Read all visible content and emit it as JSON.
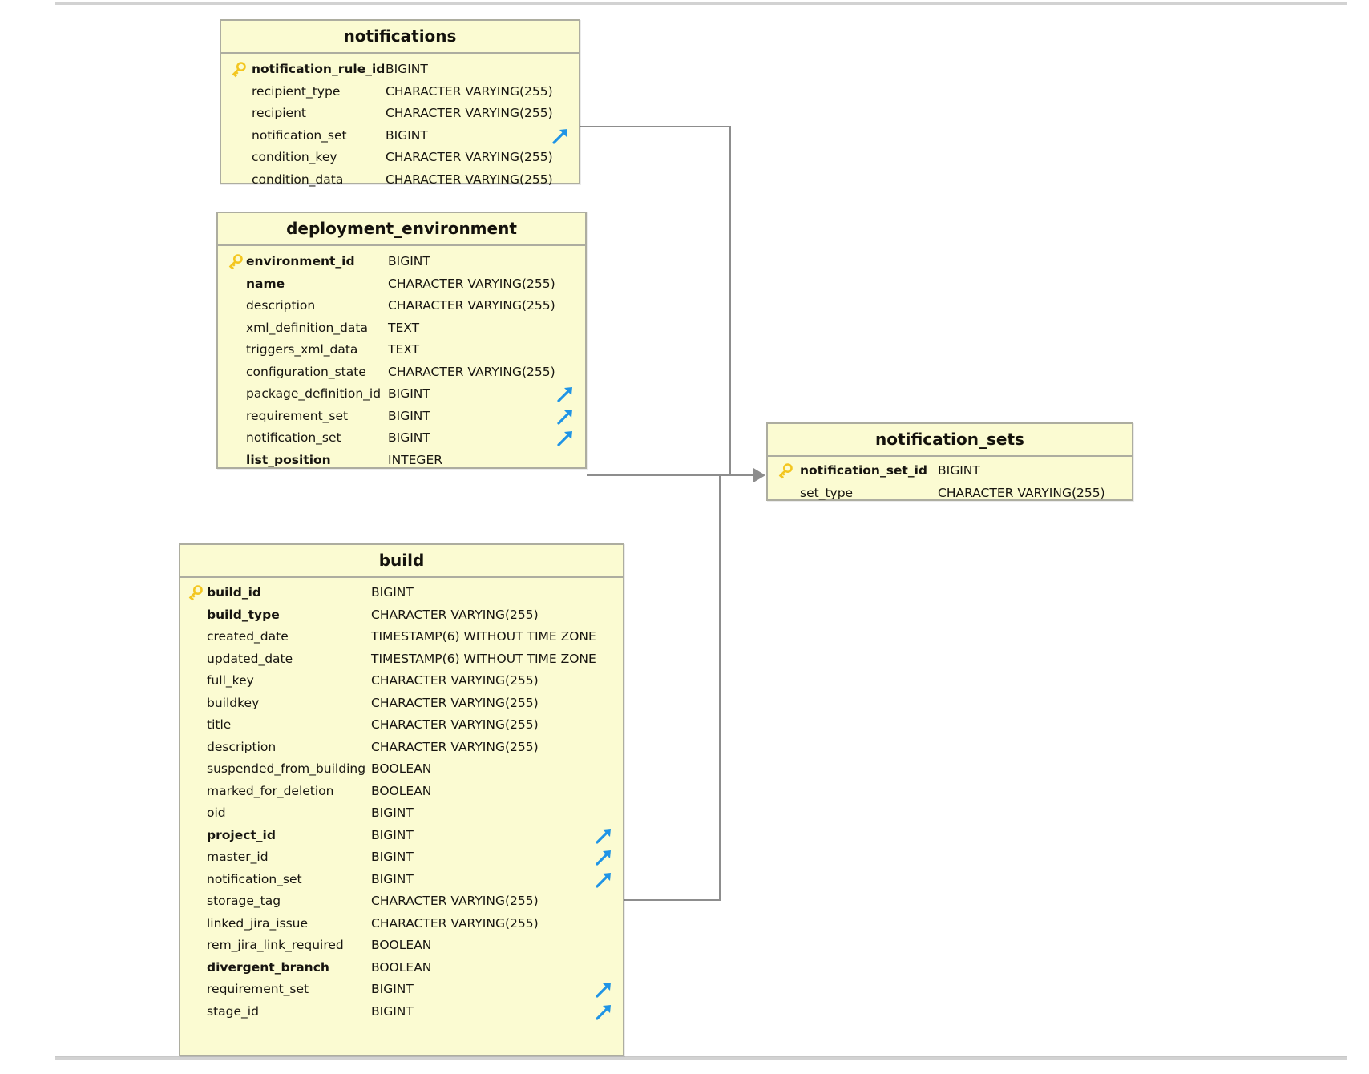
{
  "diagram": {
    "title": "database-er-diagram",
    "type": "entity-relationship-diagram",
    "colors": {
      "entity_fill": "#fbfbd2",
      "entity_border": "#adada0",
      "connector": "#8d8d8d",
      "fk_arrow": "#1f94e6",
      "pk_key": "#f5c518"
    }
  },
  "entities": [
    {
      "name": "notifications",
      "columns": [
        {
          "name": "notification_rule_id",
          "type": "BIGINT",
          "pk": true,
          "bold": true,
          "fk": false
        },
        {
          "name": "recipient_type",
          "type": "CHARACTER VARYING(255)",
          "pk": false,
          "bold": false,
          "fk": false
        },
        {
          "name": "recipient",
          "type": "CHARACTER VARYING(255)",
          "pk": false,
          "bold": false,
          "fk": false
        },
        {
          "name": "notification_set",
          "type": "BIGINT",
          "pk": false,
          "bold": false,
          "fk": true
        },
        {
          "name": "condition_key",
          "type": "CHARACTER VARYING(255)",
          "pk": false,
          "bold": false,
          "fk": false
        },
        {
          "name": "condition_data",
          "type": "CHARACTER VARYING(255)",
          "pk": false,
          "bold": false,
          "fk": false
        }
      ]
    },
    {
      "name": "deployment_environment",
      "columns": [
        {
          "name": "environment_id",
          "type": "BIGINT",
          "pk": true,
          "bold": true,
          "fk": false
        },
        {
          "name": "name",
          "type": "CHARACTER VARYING(255)",
          "pk": false,
          "bold": true,
          "fk": false
        },
        {
          "name": "description",
          "type": "CHARACTER VARYING(255)",
          "pk": false,
          "bold": false,
          "fk": false
        },
        {
          "name": "xml_definition_data",
          "type": "TEXT",
          "pk": false,
          "bold": false,
          "fk": false
        },
        {
          "name": "triggers_xml_data",
          "type": "TEXT",
          "pk": false,
          "bold": false,
          "fk": false
        },
        {
          "name": "configuration_state",
          "type": "CHARACTER VARYING(255)",
          "pk": false,
          "bold": false,
          "fk": false
        },
        {
          "name": "package_definition_id",
          "type": "BIGINT",
          "pk": false,
          "bold": false,
          "fk": true
        },
        {
          "name": "requirement_set",
          "type": "BIGINT",
          "pk": false,
          "bold": false,
          "fk": true
        },
        {
          "name": "notification_set",
          "type": "BIGINT",
          "pk": false,
          "bold": false,
          "fk": true
        },
        {
          "name": "list_position",
          "type": "INTEGER",
          "pk": false,
          "bold": true,
          "fk": false
        }
      ]
    },
    {
      "name": "notification_sets",
      "columns": [
        {
          "name": "notification_set_id",
          "type": "BIGINT",
          "pk": true,
          "bold": true,
          "fk": false
        },
        {
          "name": "set_type",
          "type": "CHARACTER VARYING(255)",
          "pk": false,
          "bold": false,
          "fk": false
        }
      ]
    },
    {
      "name": "build",
      "columns": [
        {
          "name": "build_id",
          "type": "BIGINT",
          "pk": true,
          "bold": true,
          "fk": false
        },
        {
          "name": "build_type",
          "type": "CHARACTER VARYING(255)",
          "pk": false,
          "bold": true,
          "fk": false
        },
        {
          "name": "created_date",
          "type": "TIMESTAMP(6) WITHOUT TIME ZONE",
          "pk": false,
          "bold": false,
          "fk": false
        },
        {
          "name": "updated_date",
          "type": "TIMESTAMP(6) WITHOUT TIME ZONE",
          "pk": false,
          "bold": false,
          "fk": false
        },
        {
          "name": "full_key",
          "type": "CHARACTER VARYING(255)",
          "pk": false,
          "bold": false,
          "fk": false
        },
        {
          "name": "buildkey",
          "type": "CHARACTER VARYING(255)",
          "pk": false,
          "bold": false,
          "fk": false
        },
        {
          "name": "title",
          "type": "CHARACTER VARYING(255)",
          "pk": false,
          "bold": false,
          "fk": false
        },
        {
          "name": "description",
          "type": "CHARACTER VARYING(255)",
          "pk": false,
          "bold": false,
          "fk": false
        },
        {
          "name": "suspended_from_building",
          "type": "BOOLEAN",
          "pk": false,
          "bold": false,
          "fk": false
        },
        {
          "name": "marked_for_deletion",
          "type": "BOOLEAN",
          "pk": false,
          "bold": false,
          "fk": false
        },
        {
          "name": "oid",
          "type": "BIGINT",
          "pk": false,
          "bold": false,
          "fk": false
        },
        {
          "name": "project_id",
          "type": "BIGINT",
          "pk": false,
          "bold": true,
          "fk": true
        },
        {
          "name": "master_id",
          "type": "BIGINT",
          "pk": false,
          "bold": false,
          "fk": true
        },
        {
          "name": "notification_set",
          "type": "BIGINT",
          "pk": false,
          "bold": false,
          "fk": true
        },
        {
          "name": "storage_tag",
          "type": "CHARACTER VARYING(255)",
          "pk": false,
          "bold": false,
          "fk": false
        },
        {
          "name": "linked_jira_issue",
          "type": "CHARACTER VARYING(255)",
          "pk": false,
          "bold": false,
          "fk": false
        },
        {
          "name": "rem_jira_link_required",
          "type": "BOOLEAN",
          "pk": false,
          "bold": false,
          "fk": false
        },
        {
          "name": "divergent_branch",
          "type": "BOOLEAN",
          "pk": false,
          "bold": true,
          "fk": false
        },
        {
          "name": "requirement_set",
          "type": "BIGINT",
          "pk": false,
          "bold": false,
          "fk": true
        },
        {
          "name": "stage_id",
          "type": "BIGINT",
          "pk": false,
          "bold": false,
          "fk": true
        }
      ]
    }
  ],
  "relationships": [
    {
      "from": "notifications.notification_set",
      "to": "notification_sets.notification_set_id"
    },
    {
      "from": "deployment_environment.notification_set",
      "to": "notification_sets.notification_set_id"
    },
    {
      "from": "build.notification_set",
      "to": "notification_sets.notification_set_id"
    }
  ]
}
